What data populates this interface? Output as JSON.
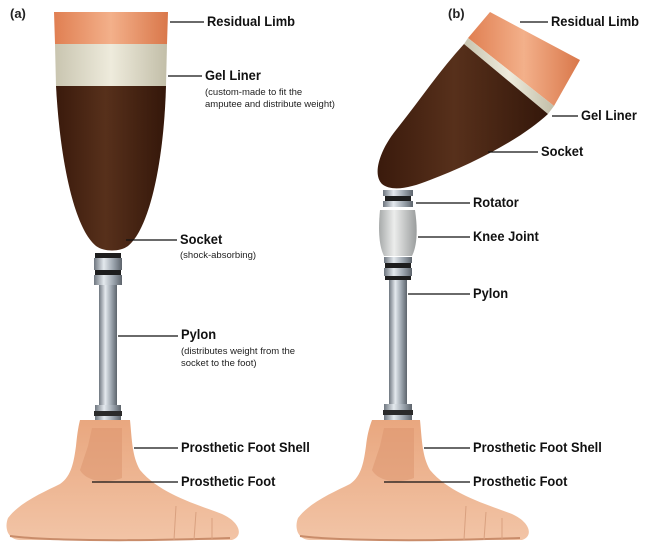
{
  "panels": {
    "a": "(a)",
    "b": "(b)"
  },
  "labels_a": {
    "residual_limb": "Residual Limb",
    "gel_liner": "Gel Liner",
    "gel_liner_note_1": "(custom-made to fit the",
    "gel_liner_note_2": "amputee and distribute weight)",
    "socket": "Socket",
    "socket_note": "(shock-absorbing)",
    "pylon": "Pylon",
    "pylon_note_1": "(distributes weight from the",
    "pylon_note_2": "socket to the foot)",
    "foot_shell": "Prosthetic Foot Shell",
    "foot": "Prosthetic Foot"
  },
  "labels_b": {
    "residual_limb": "Residual Limb",
    "gel_liner": "Gel Liner",
    "socket": "Socket",
    "rotator": "Rotator",
    "knee_joint": "Knee Joint",
    "pylon": "Pylon",
    "foot_shell": "Prosthetic Foot Shell",
    "foot": "Prosthetic Foot"
  },
  "colors": {
    "residual_limb": "#e9956b",
    "gel_liner": "#d9d6c4",
    "socket": "#4a2414",
    "pylon": "#a9b3bd",
    "knee": "#c9cccc",
    "foot": "#e8b08a"
  }
}
